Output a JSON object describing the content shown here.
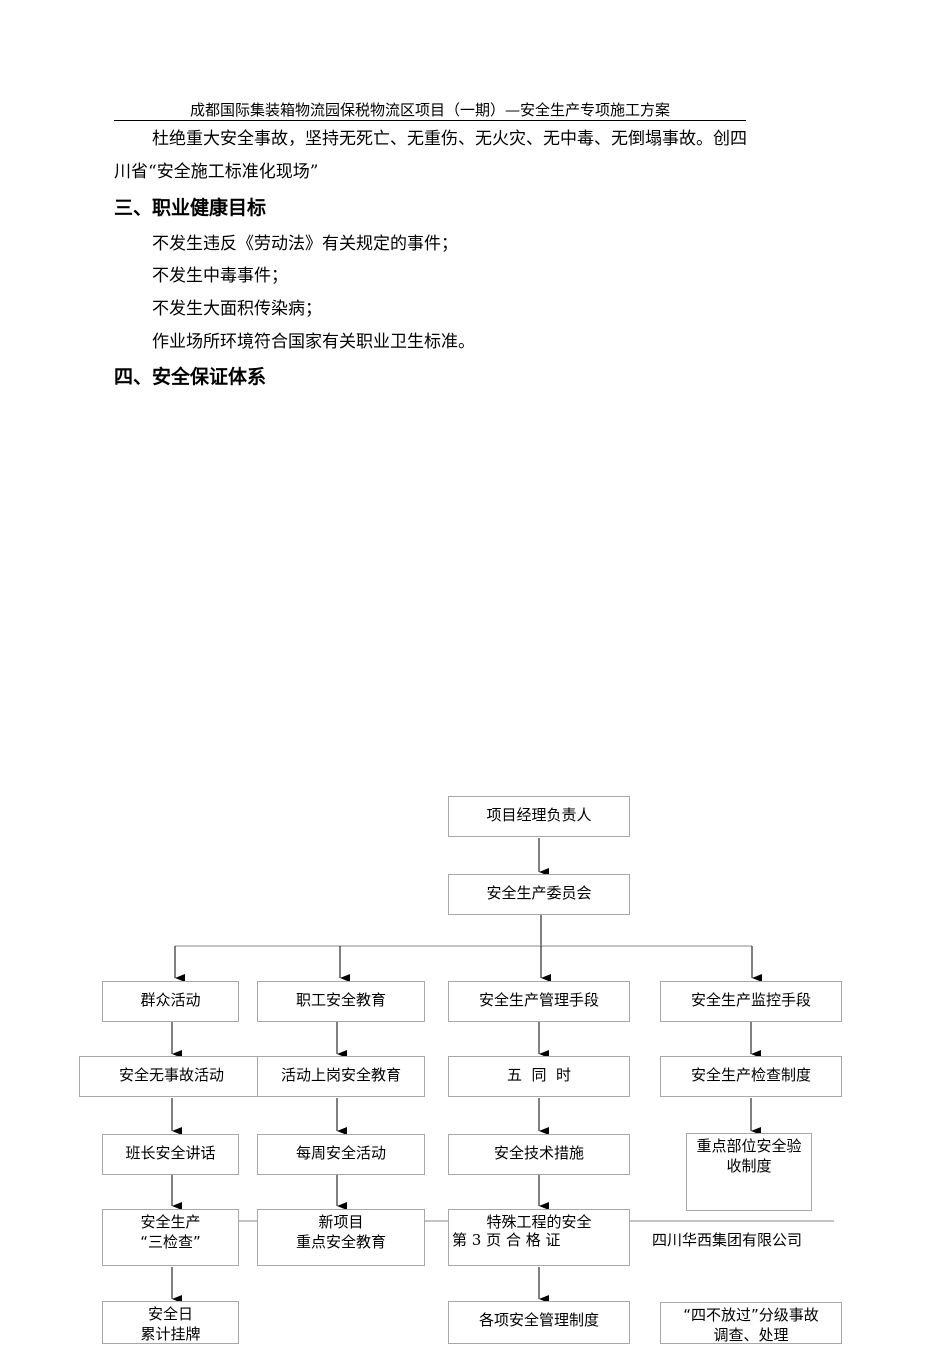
{
  "header": {
    "title": "成都国际集装箱物流园保税物流区项目（一期）—安全生产专项施工方案"
  },
  "content": {
    "para1_line1": "杜绝重大安全事故，坚持无死亡、无重伤、无火灾、无中毒、无倒塌事故。创四",
    "para1_line2": "川省“安全施工标准化现场”",
    "section3_heading": "三、职业健康目标",
    "section3_items": [
      "不发生违反《劳动法》有关规定的事件；",
      "不发生中毒事件；",
      "不发生大面积传染病；",
      "作业场所环境符合国家有关职业卫生标准。"
    ],
    "section4_heading": "四、安全保证体系"
  },
  "chart": {
    "top": "项目经理负责人",
    "committee": "安全生产委员会",
    "col1": [
      "群众活动",
      "安全无事故活动",
      "班长安全讲话",
      "安全生产\n“三检查”",
      "安全日\n累计挂牌"
    ],
    "col2": [
      "职工安全教育",
      "活动上岗安全教育",
      "每周安全活动",
      "新项目\n重点安全教育"
    ],
    "col3": [
      "安全生产管理手段",
      "五  同  时",
      "安全技术措施",
      "特殊工程的安全",
      "各项安全管理制度"
    ],
    "col4": [
      "安全生产监控手段",
      "安全生产检查制度",
      "重点部位安全验\n收制度",
      "“四不放过”分级事故\n调查、处理"
    ]
  },
  "footer": {
    "page": "第 3 页",
    "overlay": "合 格 证",
    "company": "四川华西集团有限公司"
  }
}
